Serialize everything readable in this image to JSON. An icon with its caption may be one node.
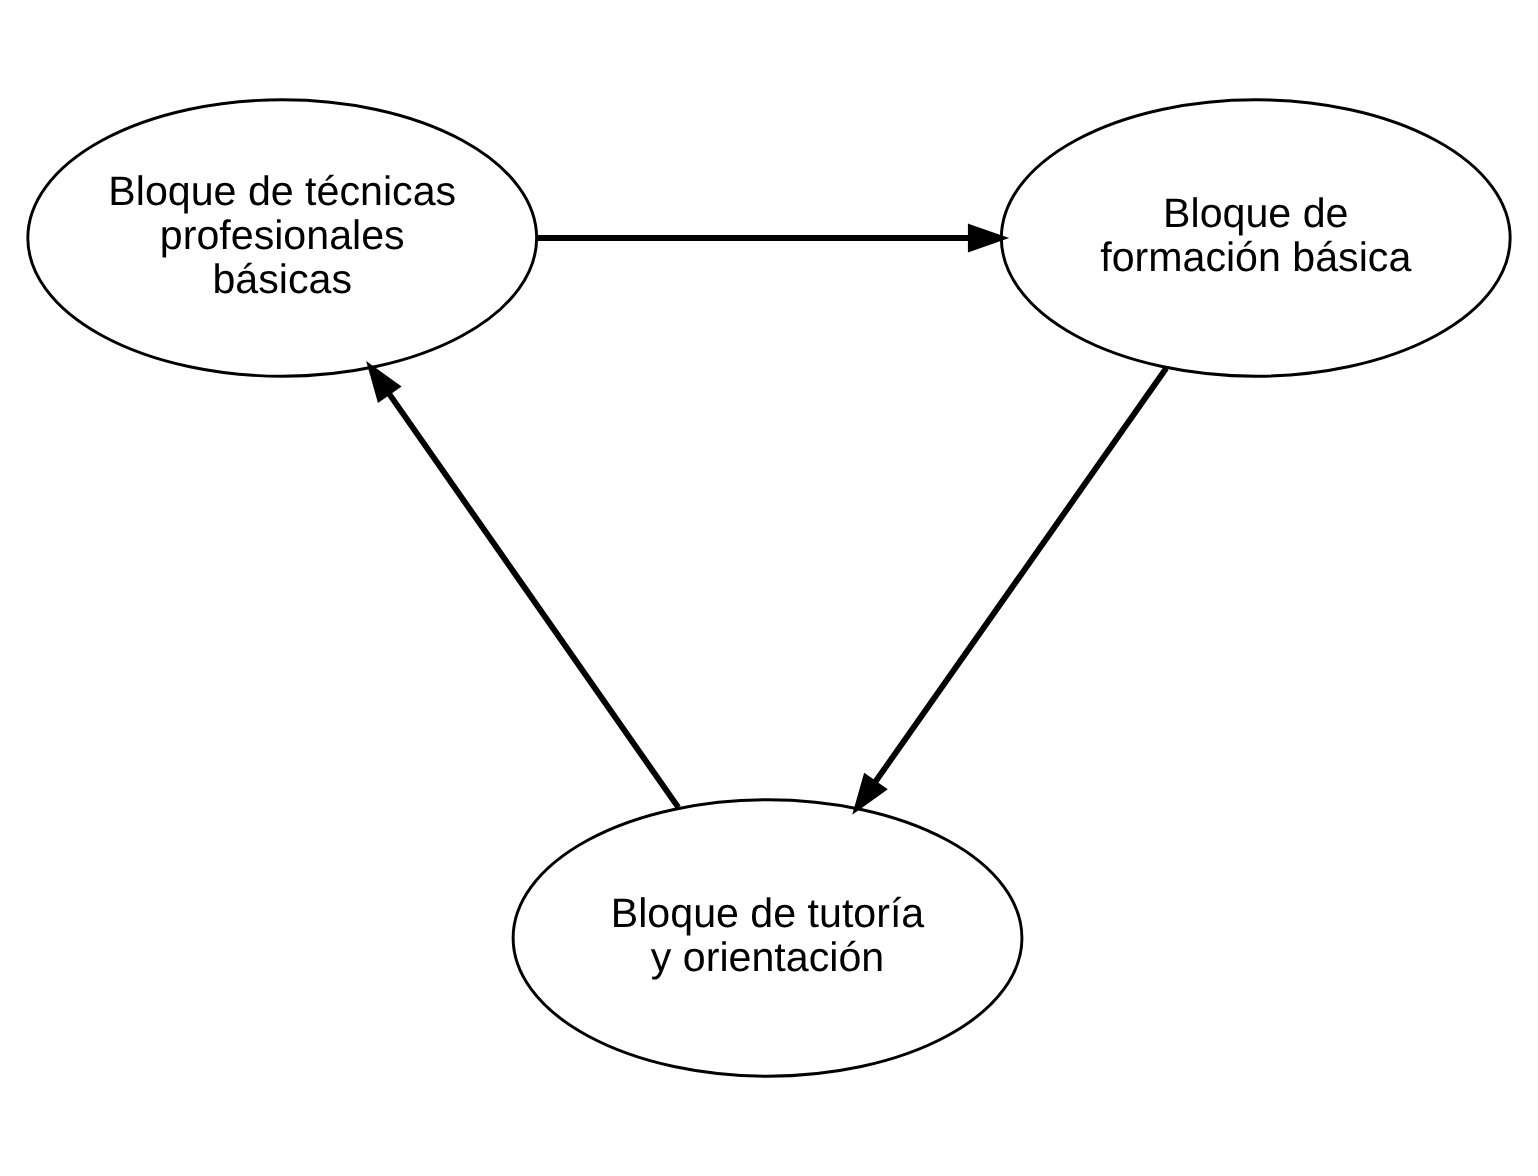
{
  "diagram": {
    "nodes": [
      {
        "text": [
          "Bloque de formación básica"
        ]
      },
      {
        "text": [
          "Bloque de técnicas profesionales básicas"
        ]
      },
      {
        "text": [
          "Bloque de tutoría y orientación"
        ]
      }
    ],
    "edges": [
      {
        "from": 1,
        "to": 0,
        "arrow": "to"
      },
      {
        "from": 0,
        "to": 2,
        "arrow": "to"
      },
      {
        "from": 2,
        "to": 1,
        "arrow": "to"
      }
    ]
  }
}
